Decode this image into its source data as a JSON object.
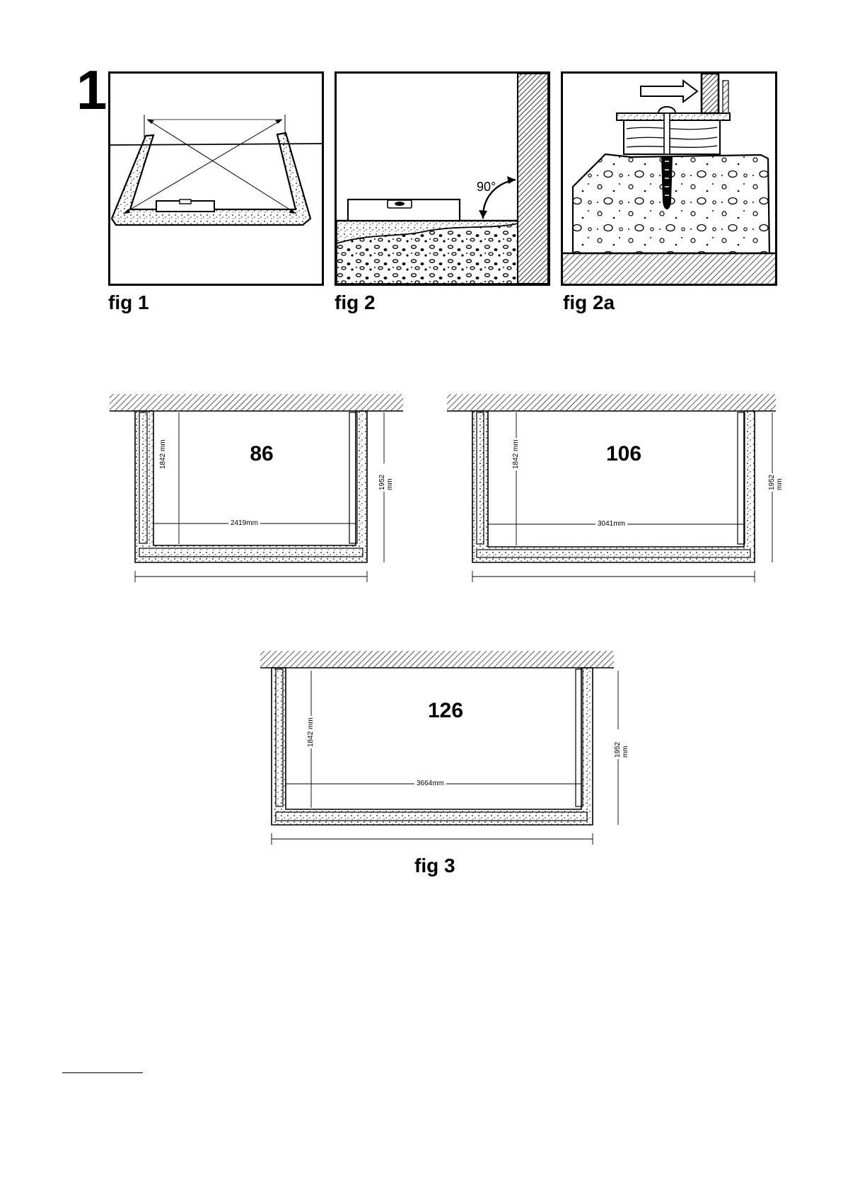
{
  "step_number": "1",
  "figures": {
    "fig1": {
      "caption": "fig 1"
    },
    "fig2": {
      "caption": "fig 2",
      "angle_label": "90°"
    },
    "fig2a": {
      "caption": "fig 2a"
    },
    "fig3": {
      "caption": "fig 3"
    }
  },
  "plans": [
    {
      "model": "86",
      "inner_height": "1842 mm",
      "outer_height": "1952 mm",
      "inner_width": "2419mm"
    },
    {
      "model": "106",
      "inner_height": "1842 mm",
      "outer_height": "1952 mm",
      "inner_width": "3041mm"
    },
    {
      "model": "126",
      "inner_height": "1842 mm",
      "outer_height": "1952 mm",
      "inner_width": "3664mm"
    }
  ]
}
